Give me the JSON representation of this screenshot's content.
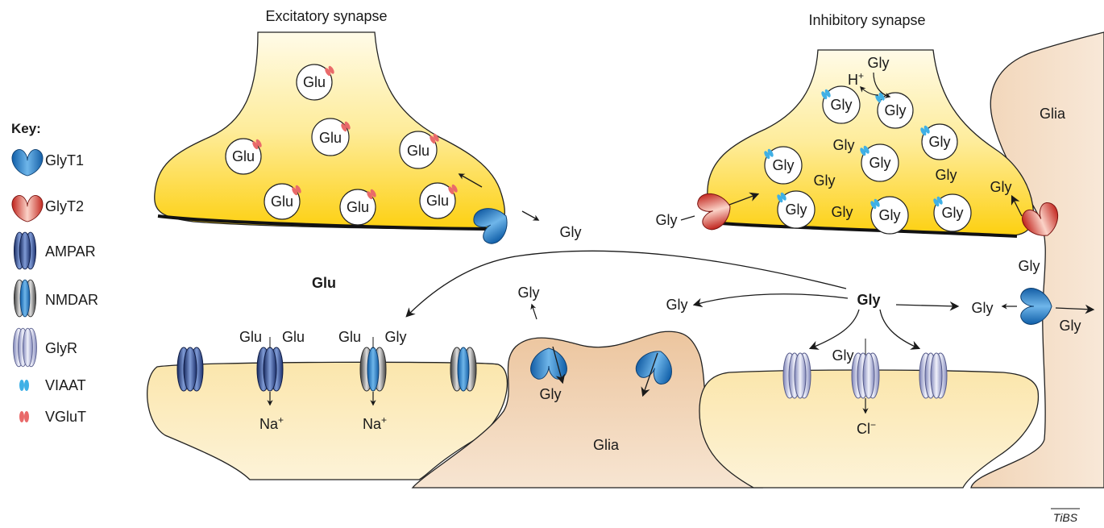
{
  "titles": {
    "excitatory": "Excitatory synapse",
    "inhibitory": "Inhibitory synapse"
  },
  "key": {
    "title": "Key:",
    "items": [
      {
        "label": "GlyT1",
        "icon": "glyt1-icon",
        "color": "#3b8fd2"
      },
      {
        "label": "GlyT2",
        "icon": "glyt2-icon",
        "color": "#e0403a"
      },
      {
        "label": "AMPAR",
        "icon": "ampar-icon",
        "color": "#2b4c9a"
      },
      {
        "label": "NMDAR",
        "icon": "nmdar-icon",
        "color": "#8a8a8a"
      },
      {
        "label": "GlyR",
        "icon": "glyr-icon",
        "color": "#b9bddf"
      },
      {
        "label": "VIAAT",
        "icon": "viaat-icon",
        "color": "#3fb0e6"
      },
      {
        "label": "VGluT",
        "icon": "vglut-icon",
        "color": "#e96a6a"
      }
    ]
  },
  "excitatory": {
    "vesicle_label": "Glu",
    "released_label": "Glu",
    "ampar_ligands": [
      "Glu",
      "Glu"
    ],
    "nmdar_ligands": [
      "Glu",
      "Gly"
    ],
    "ampar_ion": "Na",
    "nmdar_ion": "Na",
    "ion_charge": "+",
    "glyt1_output": "Gly"
  },
  "inhibitory": {
    "vesicle_label": "Gly",
    "free_gly_label": "Gly",
    "proton": "H",
    "proton_charge": "+",
    "loading_gly": "Gly",
    "glyt2_input": "Gly",
    "glyt2_glia_top": "Gly",
    "glyt2_glia_bottom": "Gly",
    "glyr_ligand": "Gly",
    "chloride": "Cl",
    "chloride_charge": "−"
  },
  "center": {
    "gly_main": "Gly",
    "glial_gly_left_top": "Gly",
    "glial_gly_left_bottom": "Gly",
    "glial_gly_right": "Gly",
    "right_glyt1_left": "Gly",
    "right_glyt1_right": "Gly",
    "glia_label": "Glia"
  },
  "glia_right_label": "Glia",
  "credit": "TiBS",
  "colors": {
    "bouton_top": "#fdf6d2",
    "bouton_bottom": "#fdd33a",
    "postsyn": "#fbe8b4",
    "glia": "#f0d2b2"
  }
}
